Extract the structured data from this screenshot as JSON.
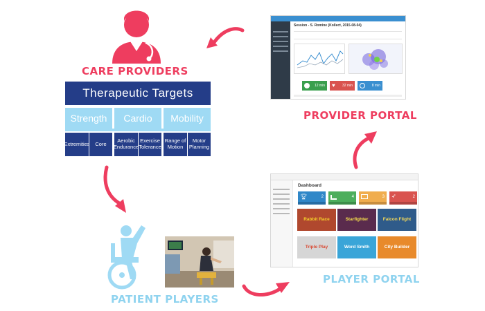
{
  "labels": {
    "care_providers": "CARE PROVIDERS",
    "provider_portal": "PROVIDER PORTAL",
    "patient_players": "PATIENT PLAYERS",
    "player_portal": "PLAYER PORTAL"
  },
  "therapeutic_targets": {
    "title": "Therapeutic Targets",
    "categories": [
      "Strength",
      "Cardio",
      "Mobility"
    ],
    "subcategories": [
      "Extremities",
      "Core",
      "Aerobic Endurance",
      "Exercise Tolerance",
      "Range of Motion",
      "Motor Planning"
    ]
  },
  "provider_portal_screen": {
    "session_title": "Session - S. Romine (Kollect, 2015-08-04)",
    "stats": [
      {
        "icon": "plus-icon",
        "value": "12 min",
        "color": "#3a9f4e"
      },
      {
        "icon": "heart-icon",
        "value": "32 min",
        "color": "#d9534f"
      },
      {
        "icon": "clock-icon",
        "value": "8 min",
        "color": "#3a8fd0"
      }
    ]
  },
  "player_portal_screen": {
    "title": "Dashboard",
    "cards": [
      {
        "icon": "trophy-icon",
        "value": "2",
        "color": "#2f87c8"
      },
      {
        "icon": "bar-chart-icon",
        "value": "4",
        "color": "#4cae5c"
      },
      {
        "icon": "envelope-icon",
        "value": "3",
        "color": "#f0ad4e"
      },
      {
        "icon": "rocket-icon",
        "value": "2",
        "color": "#d9534f"
      }
    ],
    "games": [
      "Rabbit Race",
      "Starfighter",
      "Falcon Flight",
      "Triple Play",
      "Word Smith",
      "City Builder"
    ]
  },
  "colors": {
    "accent_pink": "#ee3d5f",
    "light_blue": "#8fd3ef",
    "navy": "#243d88"
  }
}
